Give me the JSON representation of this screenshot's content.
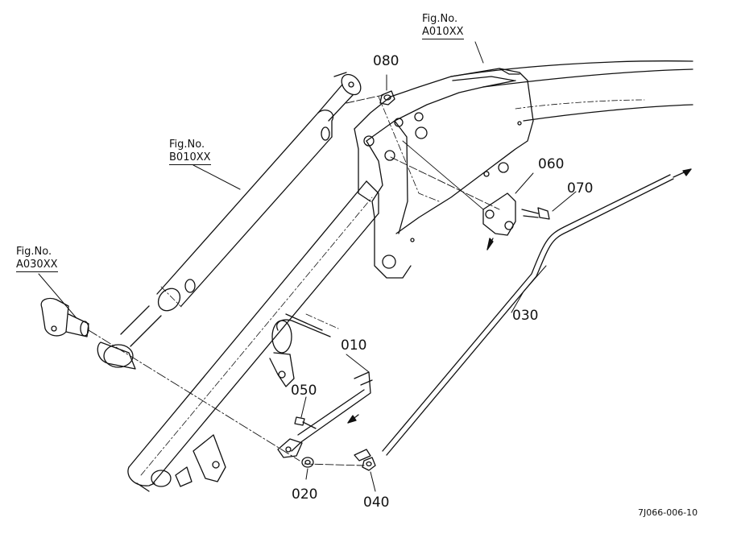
{
  "figure_refs": [
    {
      "id": "a010",
      "title": "Fig.No.",
      "number": "A010XX"
    },
    {
      "id": "b010",
      "title": "Fig.No.",
      "number": "B010XX"
    },
    {
      "id": "a030",
      "title": "Fig.No.",
      "number": "A030XX"
    }
  ],
  "parts": {
    "p010": "010",
    "p020": "020",
    "p030": "030",
    "p040": "040",
    "p050": "050",
    "p060": "060",
    "p070": "070",
    "p080": "080"
  },
  "drawing_code": "7J066-006-10"
}
